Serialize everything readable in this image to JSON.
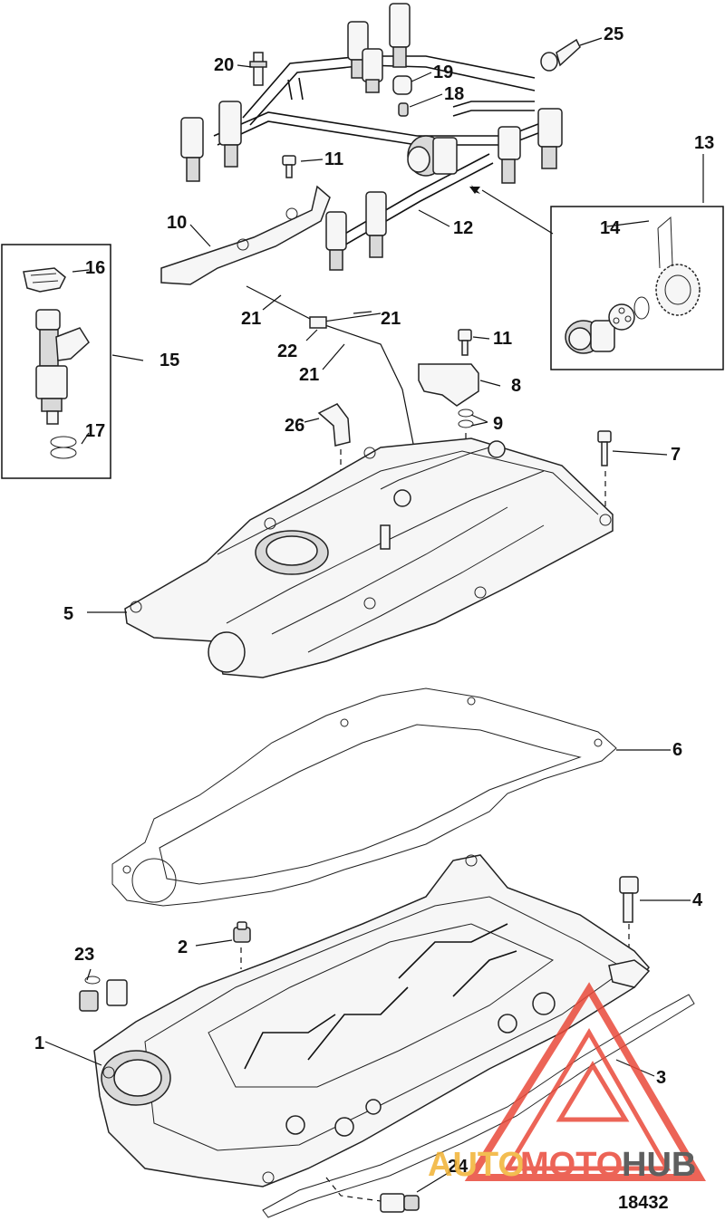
{
  "figure_number": "18432",
  "watermark": {
    "word_a": "AUTO",
    "word_b": "MOTO",
    "word_c": "HUB",
    "color_primary": "#e94a3a",
    "color_secondary": "#f2b233"
  },
  "callouts": [
    "1",
    "2",
    "3",
    "4",
    "5",
    "6",
    "7",
    "8",
    "9",
    "10",
    "11",
    "11",
    "12",
    "13",
    "14",
    "15",
    "16",
    "17",
    "18",
    "19",
    "20",
    "21",
    "21",
    "21",
    "22",
    "23",
    "24",
    "25",
    "26"
  ]
}
